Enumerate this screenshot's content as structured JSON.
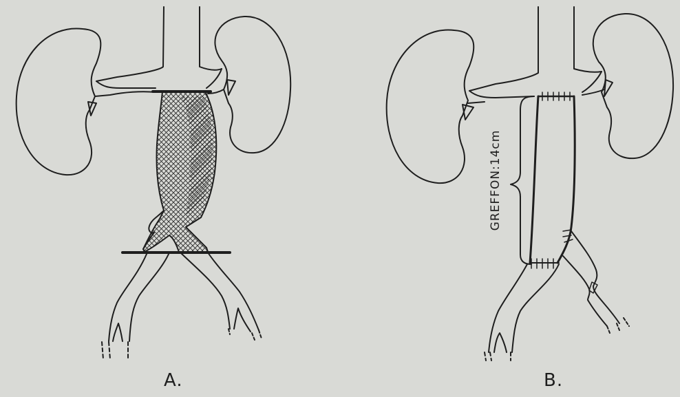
{
  "panels": {
    "a": {
      "label": "A."
    },
    "b": {
      "label": "B.",
      "graft_text": "GREFFON:14cm"
    }
  },
  "colors": {
    "paper": "#d9dad6",
    "ink": "#1e1e1e"
  }
}
